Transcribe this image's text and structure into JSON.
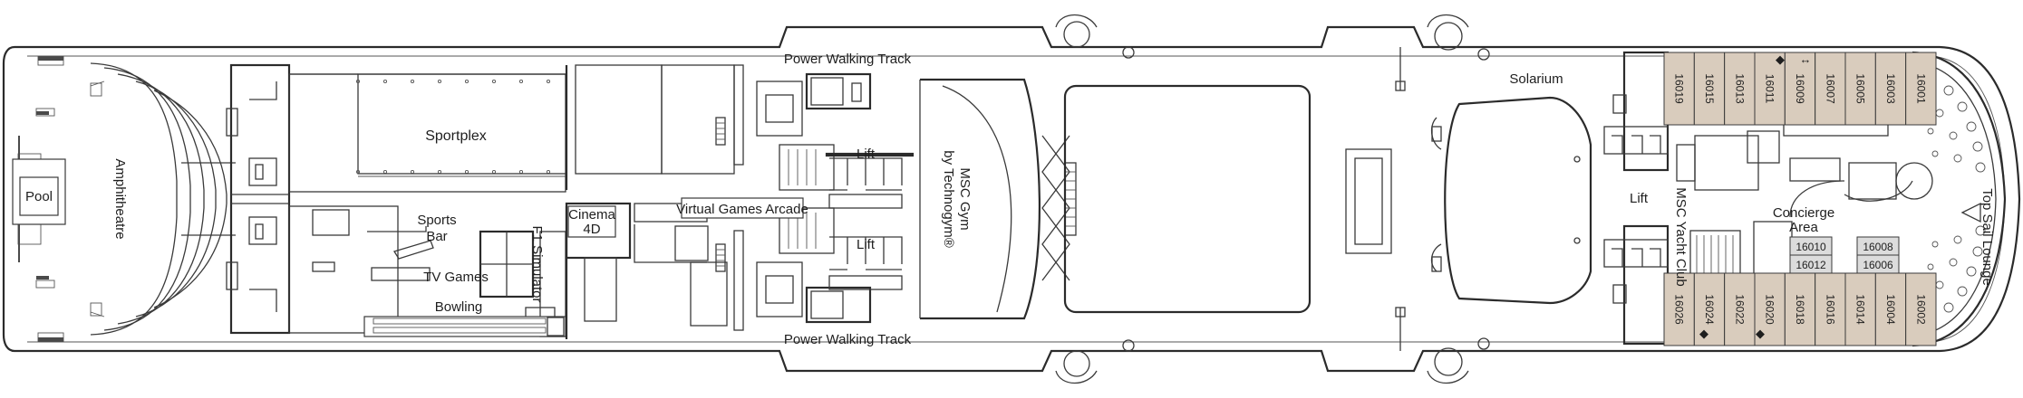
{
  "labels": {
    "pool": "Pool",
    "amphitheatre": "Amphitheatre",
    "sportplex": "Sportplex",
    "power_walking_top": "Power Walking Track",
    "power_walking_bottom": "Power Walking Track",
    "sports_bar_1": "Sports",
    "sports_bar_2": "Bar",
    "f1_simulator": "F1 Simulator",
    "tv_games": "TV Games",
    "bowling": "Bowling",
    "cinema_1": "Cinema",
    "cinema_2": "4D",
    "virtual_games": "Virtual Games Arcade",
    "lift_1": "Lift",
    "lift_2": "Lift",
    "lift_3": "Lift",
    "gym_1": "MSC Gym",
    "gym_2": "by Technogym®",
    "solarium": "Solarium",
    "yacht_club": "MSC Yacht Club",
    "concierge_1": "Concierge",
    "concierge_2": "Area",
    "top_sail": "Top Sail Lounge"
  },
  "cabins": {
    "top": [
      "16019",
      "16015",
      "16013",
      "16011",
      "16009",
      "16007",
      "16005",
      "16003",
      "16001"
    ],
    "bottom": [
      "16026",
      "16024",
      "16022",
      "16020",
      "16018",
      "16016",
      "16014",
      "16004",
      "16002"
    ],
    "inner": [
      "16010",
      "16012",
      "16008",
      "16006"
    ]
  }
}
